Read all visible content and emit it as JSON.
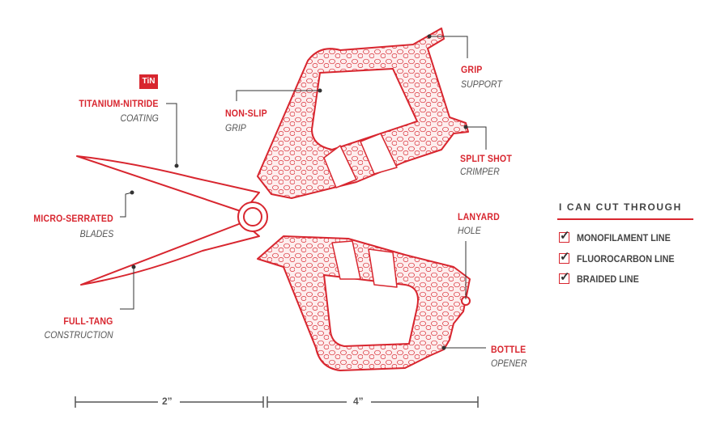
{
  "colors": {
    "accent": "#d8262f",
    "text_gray": "#555555"
  },
  "badge": "TiN",
  "callouts": {
    "titanium": {
      "title": "TITANIUM-NITRIDE",
      "sub": "COATING"
    },
    "nonslip": {
      "title": "NON-SLIP",
      "sub": "GRIP"
    },
    "grip": {
      "title": "GRIP",
      "sub": "SUPPORT"
    },
    "splitshot": {
      "title": "SPLIT SHOT",
      "sub": "CRIMPER"
    },
    "micro": {
      "title": "MICRO-SERRATED",
      "sub": "BLADES"
    },
    "fulltang": {
      "title": "FULL-TANG",
      "sub": "CONSTRUCTION"
    },
    "lanyard": {
      "title": "LANYARD",
      "sub": "HOLE"
    },
    "bottle": {
      "title": "BOTTLE",
      "sub": "OPENER"
    }
  },
  "panel": {
    "title": "I CAN CUT THROUGH",
    "items": [
      "MONOFILAMENT LINE",
      "FLUOROCARBON LINE",
      "BRAIDED LINE"
    ],
    "check_glyph": "✓"
  },
  "dimensions": {
    "blade": "2”",
    "handle": "4”"
  }
}
